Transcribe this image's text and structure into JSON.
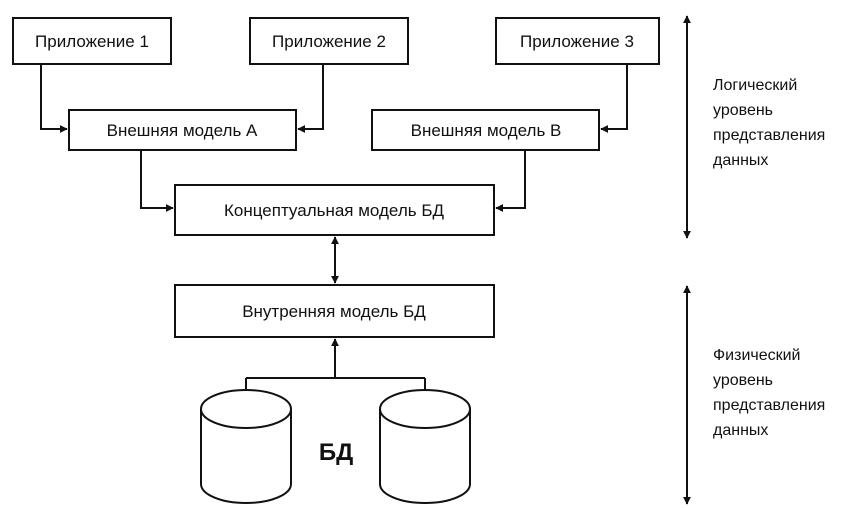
{
  "nodes": {
    "app1": "Приложение 1",
    "app2": "Приложение 2",
    "app3": "Приложение 3",
    "ext_a": "Внешняя модель А",
    "ext_b": "Внешняя модель В",
    "conceptual": "Концептуальная модель БД",
    "internal": "Внутренняя модель БД",
    "db": "БД"
  },
  "levels": {
    "logical": [
      "Логический",
      "уровень",
      "представления",
      "данных"
    ],
    "physical": [
      "Физический",
      "уровень",
      "представления",
      "данных"
    ]
  }
}
